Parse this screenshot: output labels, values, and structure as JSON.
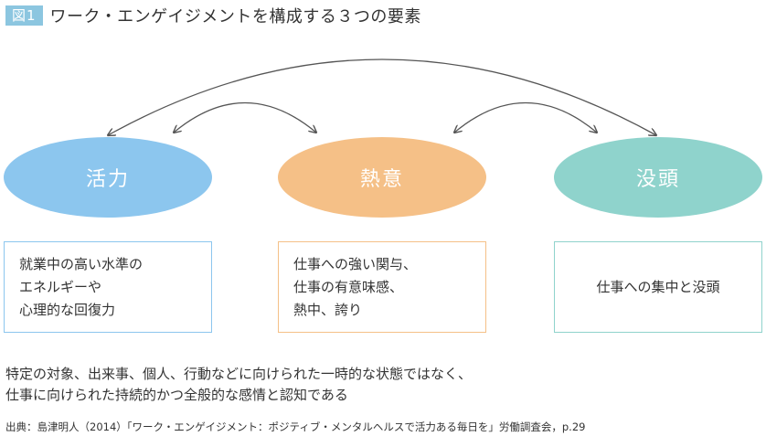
{
  "figure": {
    "tag": "図1",
    "title": "ワーク・エンゲイジメントを構成する３つの要素"
  },
  "elements": [
    {
      "key": "vigor",
      "label": "活力",
      "color": "#8cc6ee",
      "description": [
        "就業中の高い水準の",
        "エネルギーや",
        "心理的な回復力"
      ]
    },
    {
      "key": "dedication",
      "label": "熱意",
      "color": "#f5c087",
      "description": [
        "仕事への強い関与、",
        "仕事の有意味感、",
        "熱中、誇り"
      ]
    },
    {
      "key": "absorption",
      "label": "没頭",
      "color": "#8fd3cc",
      "description": [
        "仕事への集中と没頭"
      ]
    }
  ],
  "summary": [
    "特定の対象、出来事、個人、行動などに向けられた一時的な状態ではなく、",
    "仕事に向けられた持続的かつ全般的な感情と認知である"
  ],
  "source": "出典：島津明人（2014）「ワーク・エンゲイジメント：ポジティブ・メンタルヘルスで活力ある毎日を」労働調査会，p.29",
  "arrow_color": "#555555"
}
